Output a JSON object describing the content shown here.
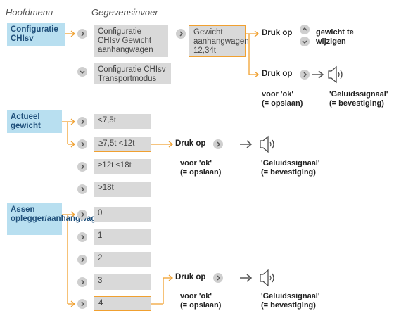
{
  "headers": {
    "main_menu": "Hoofdmenu",
    "data_entry": "Gegevensinvoer"
  },
  "menu": {
    "config": "Configuratie CHIsv",
    "weight": "Actueel gewicht",
    "axles": "Assen oplegger/aanhangwagen"
  },
  "config_options": {
    "trailer_weight": "Configuratie CHIsv Gewicht aanhangwagen",
    "transport_mode": "Configuratie CHIsv Transportmodus",
    "value": "Gewicht aanhangwagen 12,34t"
  },
  "weight_options": [
    "<7,5t",
    "≥7,5t <12t",
    "≥12t ≤18t",
    ">18t"
  ],
  "axle_options": [
    "0",
    "1",
    "2",
    "3",
    "4"
  ],
  "actions": {
    "press": "Druk op",
    "change_weight": "gewicht te wijzigen",
    "for_ok": "voor 'ok'",
    "save": "(= opslaan)",
    "beep": "'Geluidssignaal'",
    "confirm": "(= bevestiging)"
  },
  "colors": {
    "menu_bg": "#b8dff0",
    "menu_text": "#1f4f7a",
    "connector": "#f0a030",
    "option_bg": "#d9d9d9"
  }
}
